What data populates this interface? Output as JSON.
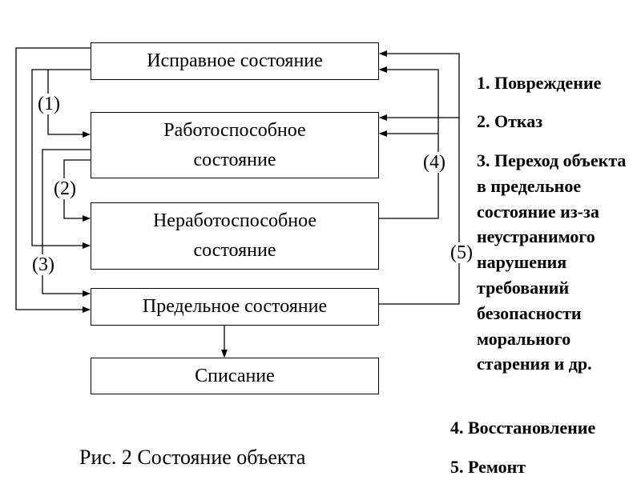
{
  "diagram": {
    "title": "Состояние объекта",
    "states": [
      {
        "id": "s1",
        "label": "Исправное состояние"
      },
      {
        "id": "s2",
        "label": "Работоспособное состояние",
        "lines": [
          "Работоспособное",
          "состояние"
        ]
      },
      {
        "id": "s3",
        "label": "Неработоспособное состояние",
        "lines": [
          "Неработоспособное",
          "состояние"
        ]
      },
      {
        "id": "s4",
        "label": "Предельное состояние"
      },
      {
        "id": "s5",
        "label": "Списание"
      }
    ],
    "transition_labels": [
      "(1)",
      "(2)",
      "(3)",
      "(4)",
      "(5)"
    ],
    "edges": [
      {
        "from": "s1",
        "to": "s2",
        "label": "(1)"
      },
      {
        "from": "s1",
        "to": "s3"
      },
      {
        "from": "s1",
        "to": "s4"
      },
      {
        "from": "s2",
        "to": "s3",
        "label": "(2)"
      },
      {
        "from": "s2",
        "to": "s4",
        "label": "(3)"
      },
      {
        "from": "s3",
        "to": "s1",
        "label": "(4)"
      },
      {
        "from": "s3",
        "to": "s2",
        "label": "(4)"
      },
      {
        "from": "s4",
        "to": "s1",
        "label": "(5)"
      },
      {
        "from": "s4",
        "to": "s2",
        "label": "(5)"
      },
      {
        "from": "s4",
        "to": "s5"
      }
    ]
  },
  "legend": [
    "1. Повреждение",
    "2. Отказ",
    "3. Переход объекта в предельное состояние из-за неустранимого нарушения требований безопасности морального старения и др.",
    "4. Восстановление",
    "5. Ремонт"
  ],
  "caption": "Рис. 2 Состояние объекта"
}
